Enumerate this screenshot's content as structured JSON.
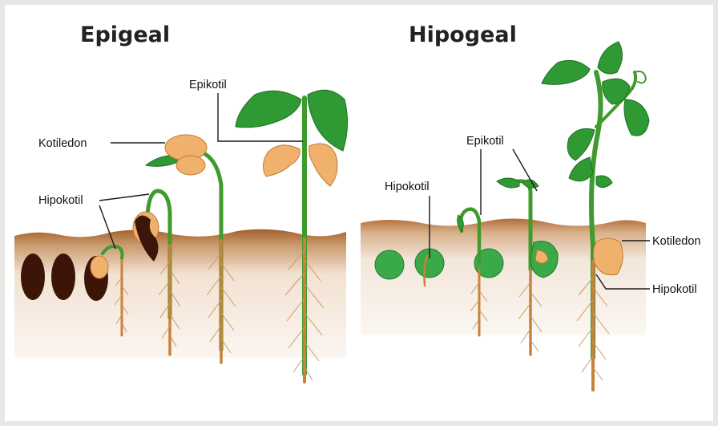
{
  "panels": {
    "epigeal": {
      "title": "Epigeal",
      "labels": {
        "kotiledon": "Kotiledon",
        "hipokotil": "Hipokotil",
        "epikotil": "Epikotil"
      }
    },
    "hipogeal": {
      "title": "Hipogeal",
      "labels": {
        "hipokotil_left": "Hipokotil",
        "epikotil": "Epikotil",
        "kotiledon": "Kotiledon",
        "hipokotil_right": "Hipokotil"
      }
    }
  },
  "colors": {
    "soil_top": "#a35f2b",
    "soil_light": "#f6ebe0",
    "stem": "#3f9b2d",
    "leaf": "#2f9a33",
    "cotyledon": "#f0b16c",
    "root": "#c8813c",
    "bean": "#3b1608",
    "pea": "#3aa948"
  }
}
